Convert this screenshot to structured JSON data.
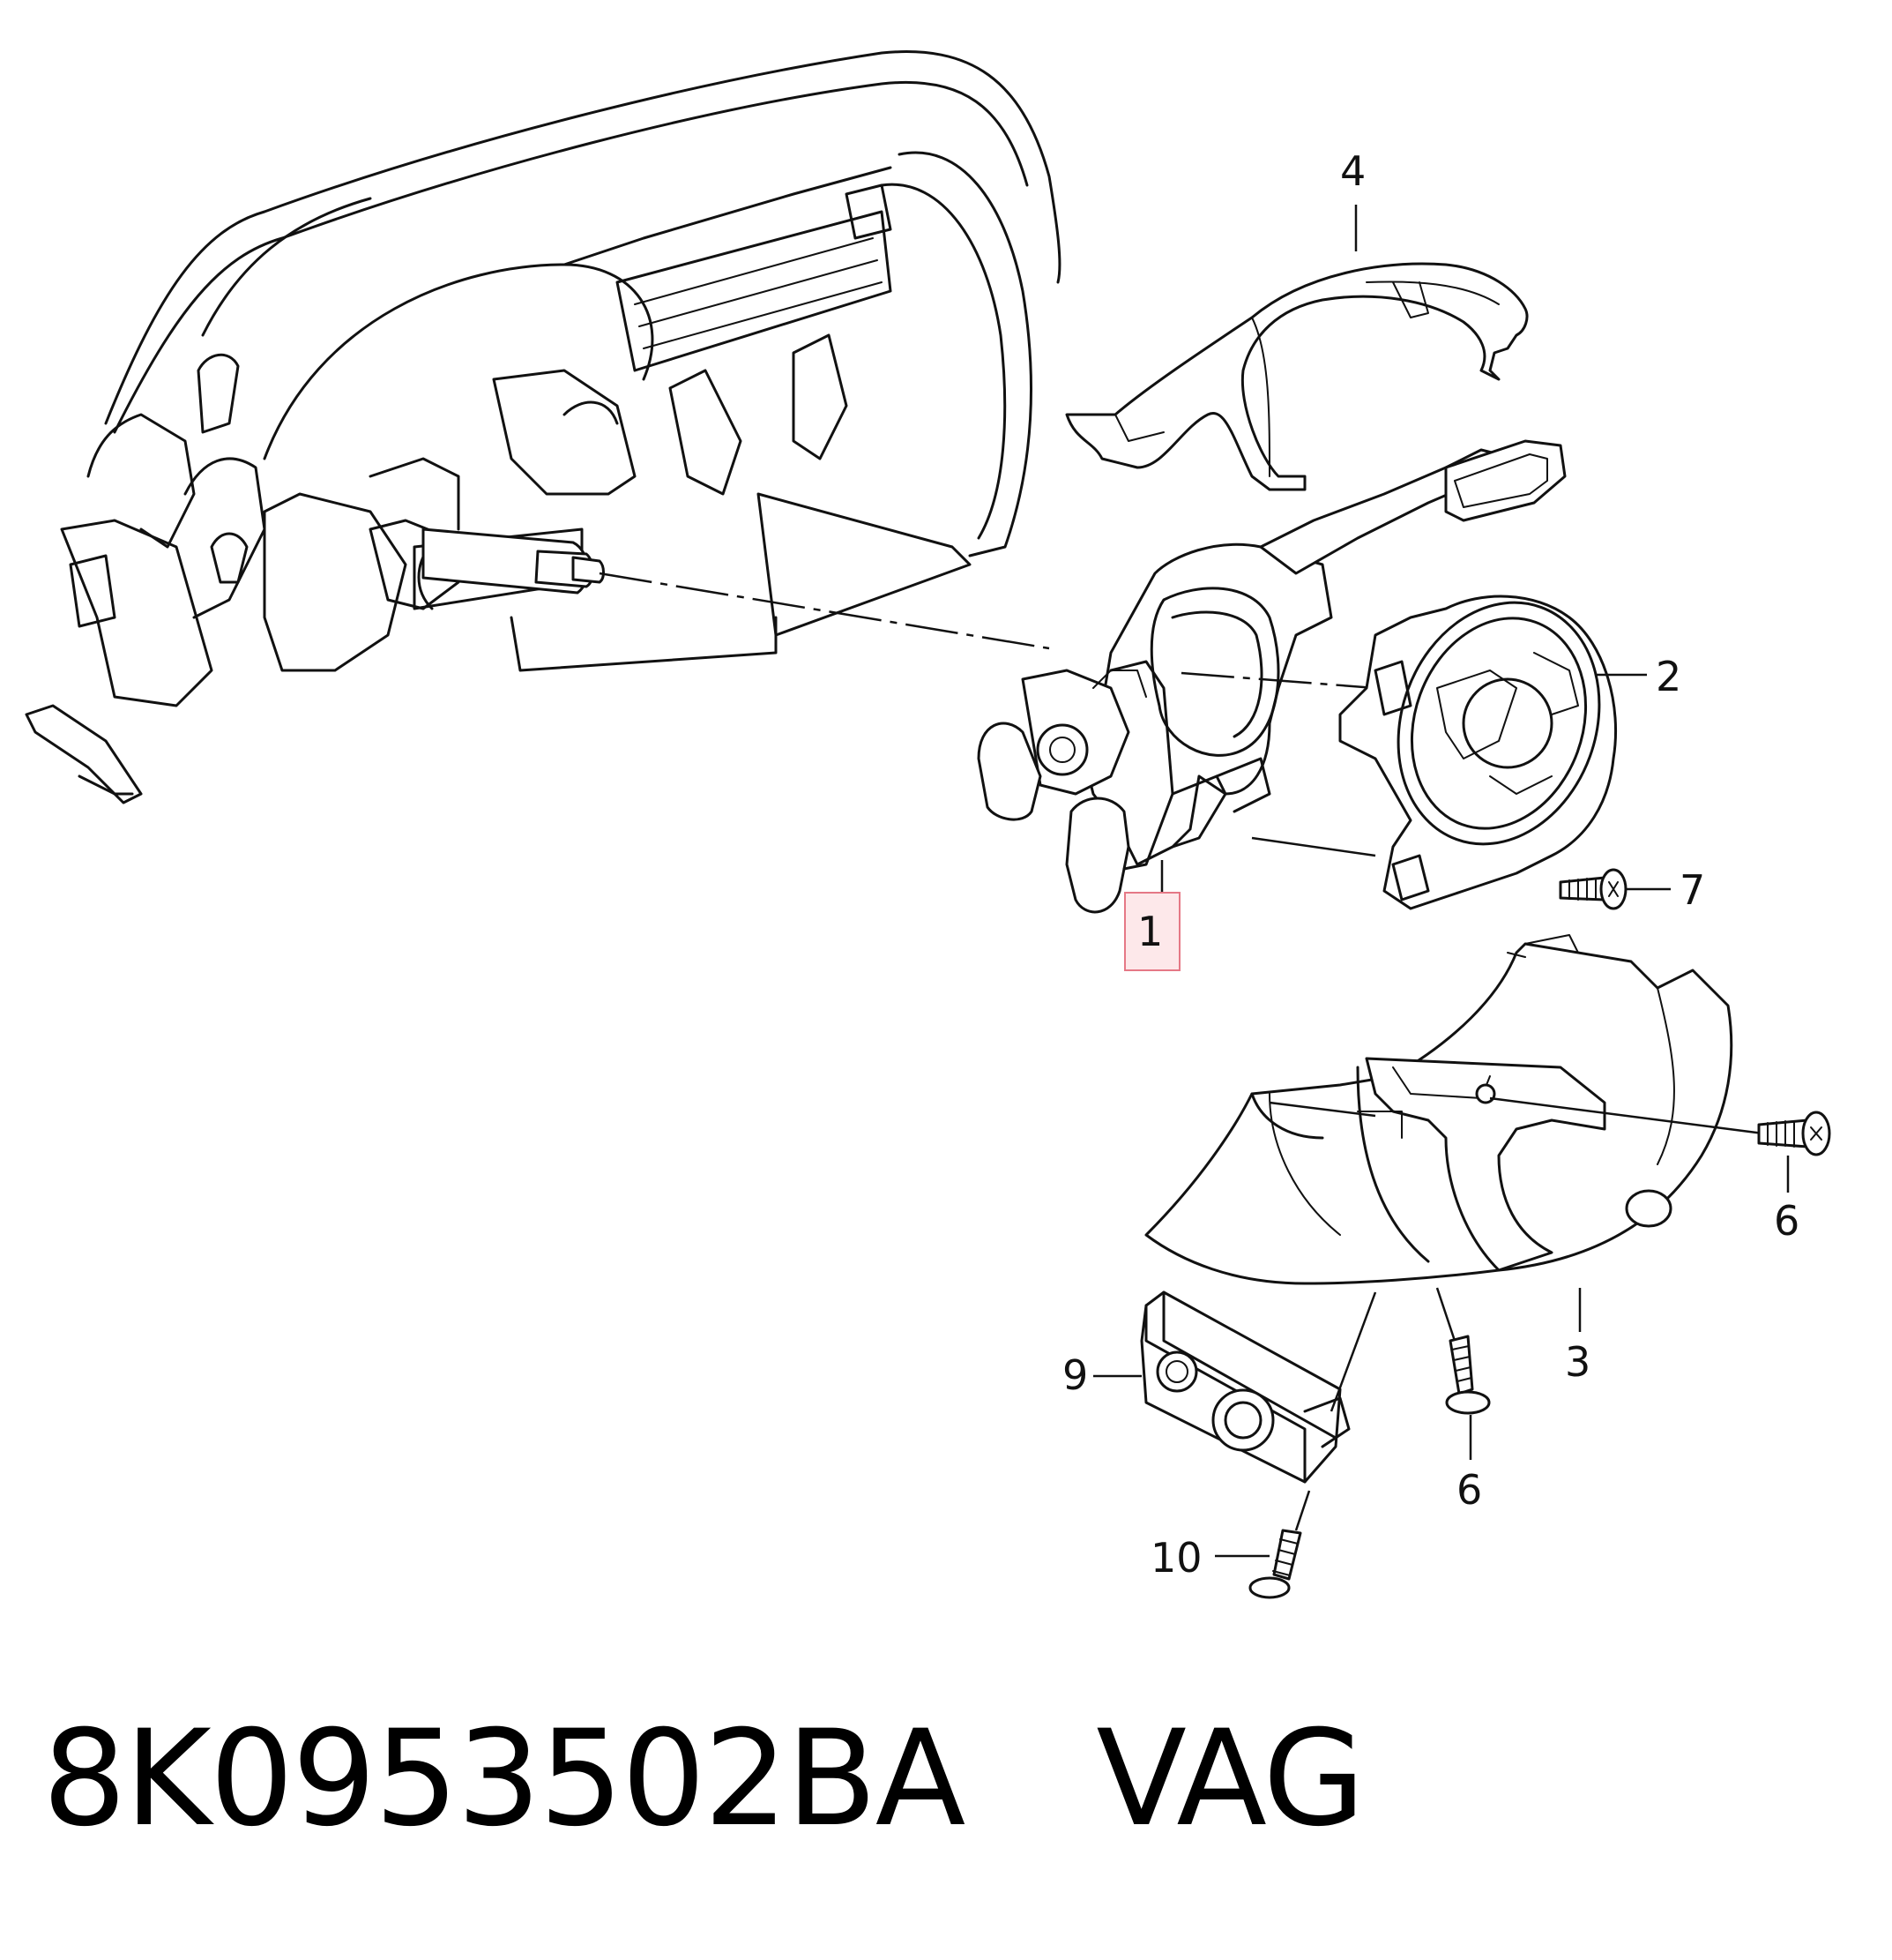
{
  "callouts": [
    {
      "id": "1",
      "label": "1",
      "highlighted": true
    },
    {
      "id": "2",
      "label": "2"
    },
    {
      "id": "3",
      "label": "3"
    },
    {
      "id": "4",
      "label": "4"
    },
    {
      "id": "6a",
      "label": "6"
    },
    {
      "id": "6b",
      "label": "6"
    },
    {
      "id": "7",
      "label": "7"
    },
    {
      "id": "9",
      "label": "9"
    },
    {
      "id": "10",
      "label": "10"
    }
  ],
  "caption": {
    "part_number": "8K0953502BA",
    "brand": "VAG"
  },
  "colors": {
    "line": "#111111",
    "highlight_fill": "#fde8ea",
    "highlight_border": "#e57886"
  }
}
